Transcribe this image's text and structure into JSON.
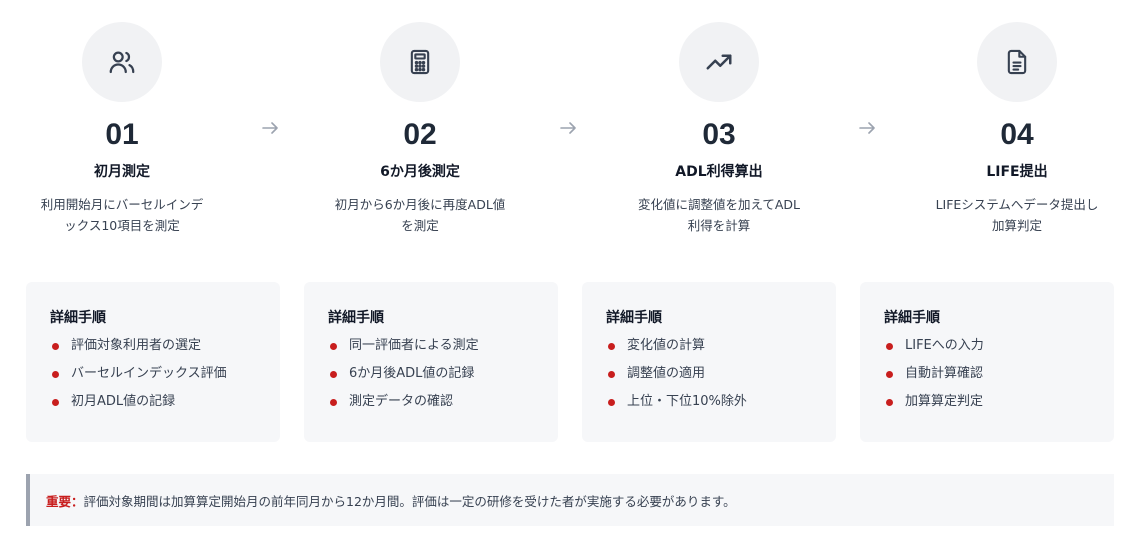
{
  "steps": [
    {
      "number": "01",
      "title": "初月測定",
      "desc_lines": [
        "利用開始月にバーセルインデ",
        "ックス10項目を測定"
      ],
      "icon": "users-icon"
    },
    {
      "number": "02",
      "title": "6か月後測定",
      "desc_lines": [
        "初月から6か月後に再度ADL値",
        "を測定"
      ],
      "icon": "calculator-icon"
    },
    {
      "number": "03",
      "title": "ADL利得算出",
      "desc_lines": [
        "変化値に調整値を加えてADL",
        "利得を計算"
      ],
      "icon": "trending-up-icon"
    },
    {
      "number": "04",
      "title": "LIFE提出",
      "desc_lines": [
        "LIFEシステムへデータ提出し",
        "加算判定"
      ],
      "icon": "document-icon"
    }
  ],
  "cards": [
    {
      "title": "詳細手順",
      "items": [
        "評価対象利用者の選定",
        "バーセルインデックス評価",
        "初月ADL値の記録"
      ]
    },
    {
      "title": "詳細手順",
      "items": [
        "同一評価者による測定",
        "6か月後ADL値の記録",
        "測定データの確認"
      ]
    },
    {
      "title": "詳細手順",
      "items": [
        "変化値の計算",
        "調整値の適用",
        "上位・下位10%除外"
      ]
    },
    {
      "title": "詳細手順",
      "items": [
        "LIFEへの入力",
        "自動計算確認",
        "加算算定判定"
      ]
    }
  ],
  "note": {
    "label": "重要：",
    "text": "評価対象期間は加算算定開始月の前年同月から12か月間。評価は一定の研修を受けた者が実施する必要があります。"
  },
  "colors": {
    "accent": "#c81e1e",
    "circle_bg": "#f1f2f4",
    "card_bg": "#f6f7f9",
    "note_border": "#9ca3af"
  }
}
